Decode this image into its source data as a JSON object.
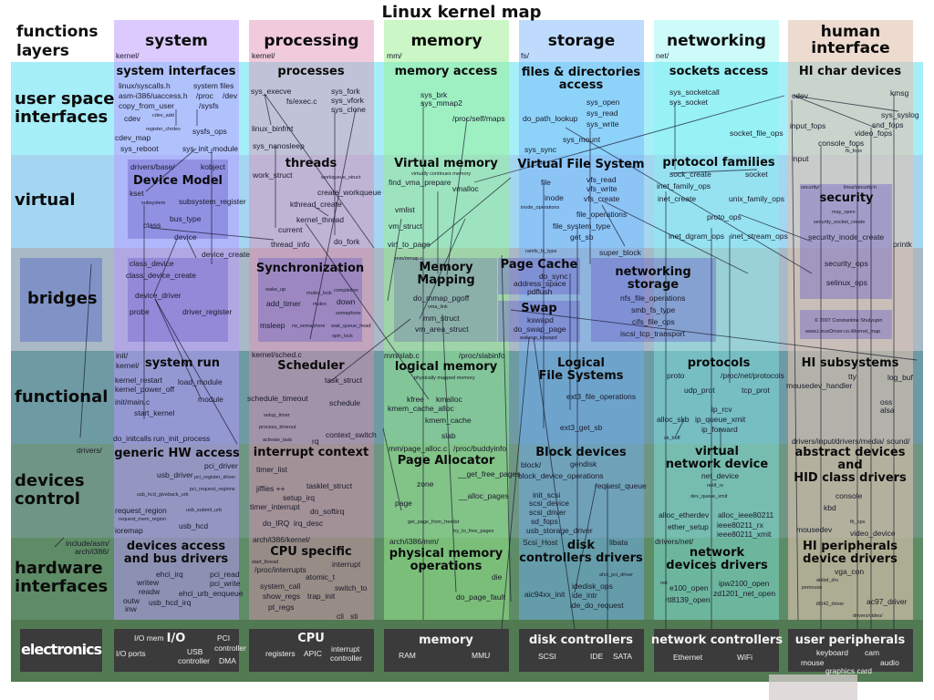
{
  "title": "Linux kernel map",
  "corner_label": "functions\nlayers",
  "columns": [
    {
      "name": "system",
      "path": "kernel/",
      "color": "#d9c3f7"
    },
    {
      "name": "processing",
      "path": "kernel/",
      "color": "#ecbfcf"
    },
    {
      "name": "memory",
      "path": "mm/",
      "color": "#cdf7c3"
    },
    {
      "name": "storage",
      "path": "fs/",
      "color": "#b2d8fb"
    },
    {
      "name": "networking",
      "path": "net/",
      "color": "#b7f3f3"
    },
    {
      "name": "human\ninterface",
      "path": "",
      "color": "#f0dcd0"
    }
  ],
  "layers": [
    {
      "name": "user space\ninterfaces",
      "color": "#a6eef8"
    },
    {
      "name": "virtual",
      "color": "#a4d6f2"
    },
    {
      "name": "bridges",
      "color": "#a9b9c6"
    },
    {
      "name": "functional",
      "color": "#6e9aa4"
    },
    {
      "name": "devices\ncontrol",
      "color": "#6f9684"
    },
    {
      "name": "hardware\ninterfaces",
      "color": "#5e8c66"
    },
    {
      "name": "electronics",
      "color": "#527a52"
    }
  ],
  "cells": {
    "sys_usi": {
      "title": "system interfaces",
      "items": [
        "linux/syscalls.h",
        "asm-i386/uaccess.h",
        "copy_from_user",
        "system files",
        "/proc",
        "/dev",
        "/sysfs",
        "cdev",
        "cdev_add",
        "register_chrdev",
        "cdev_map",
        "sysfs_ops",
        "sys_reboot",
        "sys_init_module"
      ]
    },
    "sys_virt": {
      "title": "Device Model",
      "items": [
        "drivers/base/",
        "kobject",
        "kset",
        "subsystem",
        "subsystem_register",
        "bus_type",
        "class",
        "device"
      ]
    },
    "sys_br": {
      "title": "",
      "items": [
        "device_create",
        "class_device",
        "class_device_create",
        "device_driver",
        "probe",
        "driver_register"
      ]
    },
    "sys_fn": {
      "title": "system run",
      "items": [
        "init/",
        "kernel/",
        "kernel_restart",
        "kernel_power_off",
        "load_module",
        "init/main.c",
        "module",
        "start_kernel",
        "do_initcalls",
        "run_init_process",
        "drivers/"
      ]
    },
    "sys_dc": {
      "title": "generic HW access",
      "items": [
        "pci_driver",
        "usb_driver",
        "pci_register_driver",
        "pci_request_regions",
        "usb_hcd_giveback_urb",
        "request_region",
        "usb_submit_urb",
        "request_mem_region",
        "usb_hcd",
        "ioremap",
        "include/asm/",
        "arch/i386/"
      ]
    },
    "sys_hw": {
      "title": "devices access\nand bus drivers",
      "items": [
        "ehci_irq",
        "pci_read",
        "writew",
        "pci_write",
        "readw",
        "ehci_urb_enqueue",
        "outw",
        "inw",
        "usb_hcd_irq"
      ]
    },
    "sys_el": {
      "title": "I/O",
      "items": [
        "I/O mem",
        "PCI",
        "controller",
        "I/O ports",
        "USB",
        "controller",
        "DMA"
      ]
    },
    "proc_usi": {
      "title": "processes",
      "items": [
        "sys_execve",
        "fs/exec.c",
        "sys_fork",
        "sys_vfork",
        "sys_clone",
        "linux_binfmt",
        "sys_nanosleep"
      ]
    },
    "proc_virt": {
      "title": "threads",
      "items": [
        "work_struct",
        "workqueue_struct",
        "create_workqueue",
        "kthread_create",
        "kernel_thread",
        "current",
        "do_fork",
        "thread_info"
      ]
    },
    "proc_br": {
      "title": "Synchronization",
      "items": [
        "wake_up",
        "mutex_lock",
        "completion",
        "add_timer",
        "mutex",
        "down",
        "semaphore",
        "msleep",
        "rw_semaphore",
        "wait_queue_head",
        "spin_lock"
      ]
    },
    "proc_fn": {
      "title": "Scheduler",
      "items": [
        "kernel/sched.c",
        "task_struct",
        "schedule_timeout",
        "schedule",
        "setup_timer",
        "process_timeout",
        "context_switch",
        "activate_task",
        "rq"
      ]
    },
    "proc_dc": {
      "title": "interrupt context",
      "items": [
        "timer_list",
        "jiffies ++",
        "tasklet_struct",
        "setup_irq",
        "timer_interrupt",
        "do_softirq",
        "do_IRQ",
        "irq_desc"
      ]
    },
    "proc_hw": {
      "title": "CPU specific",
      "items": [
        "arch/i386/kernel/",
        "start_thread",
        "interrupt",
        "/proc/interrupts",
        "atomic_t",
        "system_call",
        "switch_to",
        "show_regs",
        "trap_init",
        "pt_regs",
        "cli",
        "sti"
      ]
    },
    "proc_el": {
      "title": "CPU",
      "items": [
        "registers",
        "APIC",
        "interrupt",
        "controller"
      ]
    },
    "mem_usi": {
      "title": "memory access",
      "items": [
        "sys_brk",
        "sys_mmap2",
        "/proc/self/maps"
      ]
    },
    "mem_virt": {
      "title": "Virtual memory",
      "items": [
        "virtually continues memory",
        "find_vma_prepare",
        "vmalloc",
        "vmlist",
        "vm_struct",
        "virt_to_page"
      ]
    },
    "mem_br": {
      "title": "Memory\nMapping",
      "items": [
        "mm/mmap.c",
        "do_mmap_pgoff",
        "vma_link",
        "mm_struct",
        "vm_area_struct"
      ]
    },
    "mem_fn": {
      "title": "logical memory",
      "items": [
        "mm/slab.c",
        "/proc/slabinfo",
        "physically mapped memory",
        "kfree",
        "kmalloc",
        "kmem_cache_alloc",
        "kmem_cache",
        "slab"
      ]
    },
    "mem_dc": {
      "title": "Page Allocator",
      "items": [
        "mm/page_alloc.c",
        "/proc/buddyinfo",
        "__get_free_pages",
        "zone",
        "__alloc_pages",
        "page",
        "get_page_from_freelist",
        "try_to_free_pages"
      ]
    },
    "mem_hw": {
      "title": "physical memory\noperations",
      "items": [
        "arch/i386/mm/",
        "die",
        "do_page_fault"
      ]
    },
    "mem_el": {
      "title": "memory",
      "items": [
        "RAM",
        "MMU"
      ]
    },
    "sto_usi": {
      "title": "files & directories\naccess",
      "items": [
        "sys_open",
        "sys_read",
        "do_path_lookup",
        "sys_write",
        "sys_mount",
        "sys_sync"
      ]
    },
    "sto_virt": {
      "title": "Virtual File System",
      "items": [
        "file",
        "vfs_read",
        "vfs_write",
        "inode",
        "vfs_create",
        "inode_operations",
        "file_operations",
        "file_system_type",
        "get_sb",
        "ramfs_fs_type",
        "super_block"
      ]
    },
    "sto_pc": {
      "title": "Page Cache",
      "items": [
        "do_sync",
        "address_space",
        "pdflush"
      ]
    },
    "sto_swap": {
      "title": "Swap",
      "items": [
        "kswapd",
        "do_swap_page",
        "wakeup_kswapd"
      ]
    },
    "sto_ns": {
      "title": "networking\nstorage",
      "items": [
        "nfs_file_operations",
        "smb_fs_type",
        "cifs_file_ops",
        "iscsi_tcp_transport"
      ]
    },
    "sto_fn": {
      "title": "Logical\nFile Systems",
      "items": [
        "ext3_file_operations",
        "ext3_get_sb"
      ]
    },
    "sto_dc": {
      "title": "Block devices",
      "items": [
        "block/",
        "gendisk",
        "block_device_operations",
        "request_queue",
        "init_scsi",
        "scsi_device",
        "scsi_driver",
        "sd_fops",
        "usb_storage_driver"
      ]
    },
    "sto_hw": {
      "title": "disk\ncontrollers drivers",
      "items": [
        "Scsi_Host",
        "libata",
        "ahci_pci_driver",
        "idedisk_ops",
        "aic94xx_init",
        "ide_intr",
        "ide_do_request"
      ]
    },
    "sto_el": {
      "title": "disk controllers",
      "items": [
        "SCSI",
        "IDE",
        "SATA"
      ]
    },
    "net_usi": {
      "title": "sockets access",
      "items": [
        "sys_socketcall",
        "sys_socket",
        "socket_file_ops"
      ]
    },
    "net_virt": {
      "title": "protocol families",
      "items": [
        "sock_create",
        "socket",
        "inet_family_ops",
        "inet_create",
        "unix_family_ops",
        "proto_ops",
        "inet_dgram_ops",
        "inet_stream_ops"
      ]
    },
    "net_fn": {
      "title": "protocols",
      "items": [
        "proto",
        "/proc/net/protocols",
        "udp_prot",
        "tcp_prot",
        "ip_rcv",
        "alloc_skb",
        "ip_queue_xmit",
        "ip_forward",
        "sk_buff"
      ]
    },
    "net_dc": {
      "title": "virtual\nnetwork device",
      "items": [
        "net_device",
        "netif_rx",
        "dev_queue_xmit",
        "alloc_etherdev",
        "alloc_ieee80211",
        "ether_setup",
        "ieee80211_rx",
        "ieee80211_xmit"
      ]
    },
    "net_hw": {
      "title": "network\ndevices drivers",
      "items": [
        "drivers/net/",
        "net",
        "e100_open",
        "ipw2100_open",
        "zd1201_net_open",
        "rtl8139_open"
      ]
    },
    "net_el": {
      "title": "network controllers",
      "items": [
        "Ethernet",
        "WiFi"
      ]
    },
    "hi_usi": {
      "title": "HI char devices",
      "items": [
        "cdev",
        "kmsg",
        "sys_syslog",
        "input_fops",
        "snd_fops",
        "video_fops",
        "console_fops",
        "fb_fops",
        "input"
      ]
    },
    "hi_virt": {
      "title": "security",
      "items": [
        "security/",
        "linux/security.h",
        "may_open",
        "security_socket_create",
        "security_inode_create",
        "printk"
      ]
    },
    "hi_br": {
      "title": "",
      "items": [
        "security_ops",
        "selinux_ops",
        "© 2007 Constantine Shulyupin",
        "www.LinuxDriver.co.il/kernel_map"
      ]
    },
    "hi_fn": {
      "title": "HI subsystems",
      "items": [
        "tty",
        "log_buf",
        "mousedev_handler",
        "oss",
        "alsa",
        "drivers/input/",
        "drivers/media/",
        "sound/"
      ]
    },
    "hi_dc": {
      "title": "abstract devices\nand\nHID class drivers",
      "items": [
        "console",
        "kbd",
        "fb_ops",
        "mousedev",
        "video_device"
      ]
    },
    "hi_hw": {
      "title": "HI peripherals\ndevice drivers",
      "items": [
        "vga_con",
        "atkbd_drv",
        "psmouse",
        "i8042_driver",
        "ac97_driver",
        "drivers/video/"
      ]
    },
    "hi_el": {
      "title": "user peripherals",
      "items": [
        "keyboard",
        "cam",
        "mouse",
        "audio",
        "graphics card"
      ]
    }
  }
}
